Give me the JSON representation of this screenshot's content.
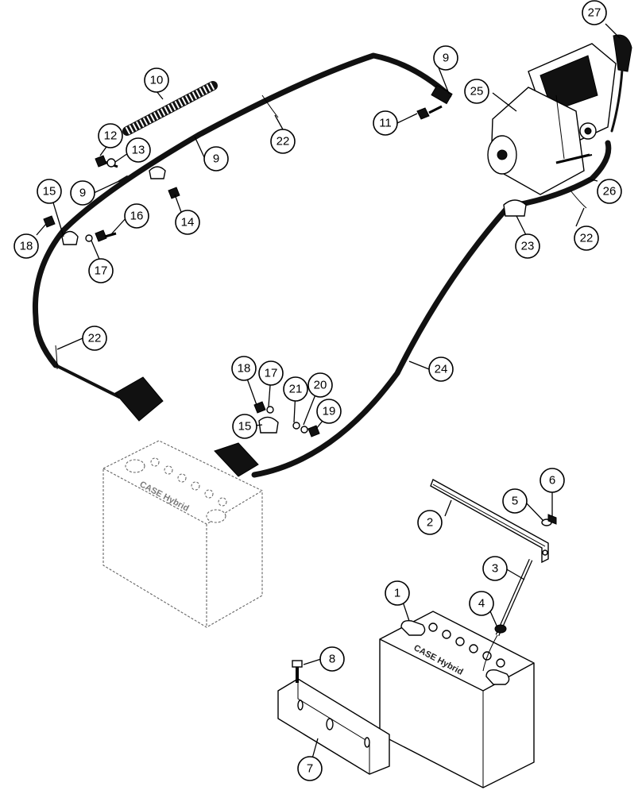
{
  "callouts": {
    "c27": "27",
    "c9a": "9",
    "c10": "10",
    "c25": "25",
    "c11": "11",
    "c12": "12",
    "c13": "13",
    "c22a": "22",
    "c9b": "9",
    "c15a": "15",
    "c9c": "9",
    "c26": "26",
    "c16": "16",
    "c14": "14",
    "c18a": "18",
    "c23": "23",
    "c22b": "22",
    "c17a": "17",
    "c22c": "22",
    "c24": "24",
    "c18b": "18",
    "c17b": "17",
    "c21": "21",
    "c20": "20",
    "c15b": "15",
    "c19": "19",
    "c6": "6",
    "c5": "5",
    "c2": "2",
    "c3": "3",
    "c1": "1",
    "c4": "4",
    "c8": "8",
    "c7": "7"
  },
  "battery": {
    "brand_text": "CASE Hybrid"
  },
  "colors": {
    "line": "#000000",
    "cable": "#111111",
    "background": "#ffffff"
  }
}
